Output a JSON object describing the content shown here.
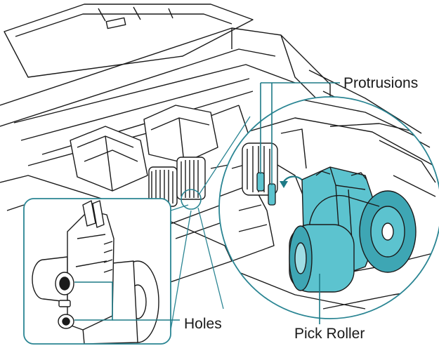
{
  "labels": {
    "protrusions": "Protrusions",
    "holes": "Holes",
    "pick_roller": "Pick Roller"
  },
  "colors": {
    "outline": "#1a1a1a",
    "callout_line": "#1d7a86",
    "roller_fill": "#5cc3cf",
    "roller_shade": "#3ea6b4",
    "roller_light": "#9fdde4",
    "zoom_circle": "#2a8593",
    "inset_frame": "#2a8593"
  }
}
